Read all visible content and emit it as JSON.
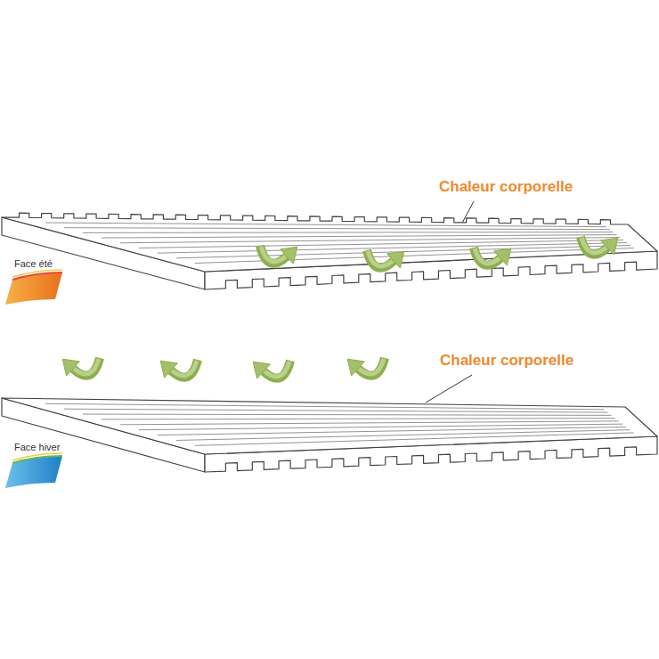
{
  "diagram": {
    "labels": [
      "Chaleur corporelle",
      "Face été",
      "Chaleur corporelle",
      "Face hiver"
    ]
  }
}
